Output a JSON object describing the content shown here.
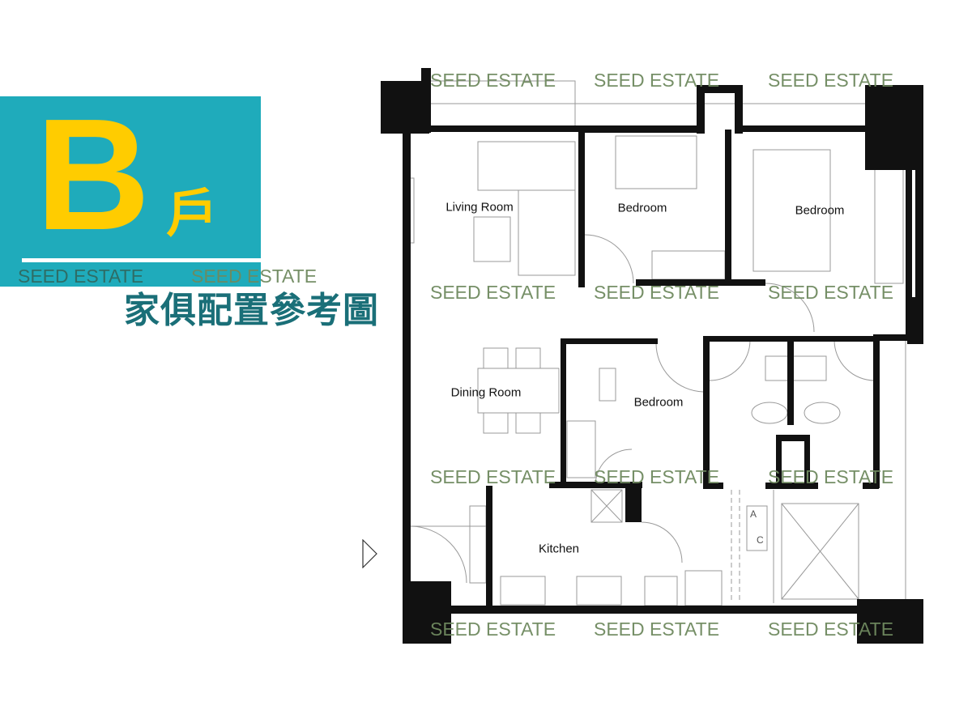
{
  "badge": {
    "unit_letter": "B",
    "unit_suffix": "戶",
    "title": "家俱配置參考圖"
  },
  "watermark": "SEED ESTATE",
  "rooms": {
    "living": "Living Room",
    "bedroom_1": "Bedroom",
    "bedroom_2": "Bedroom",
    "dining": "Dining Room",
    "bedroom_3": "Bedroom",
    "kitchen": "Kitchen"
  },
  "ac_label": {
    "a": "A",
    "c": "C"
  },
  "colors": {
    "badge_bg": "#1fabbb",
    "badge_text": "#ffcc00",
    "title": "#1a6f78",
    "watermark": "#6f8a5f",
    "wall": "#111111"
  },
  "icons": [
    "entrance-arrow-icon"
  ]
}
